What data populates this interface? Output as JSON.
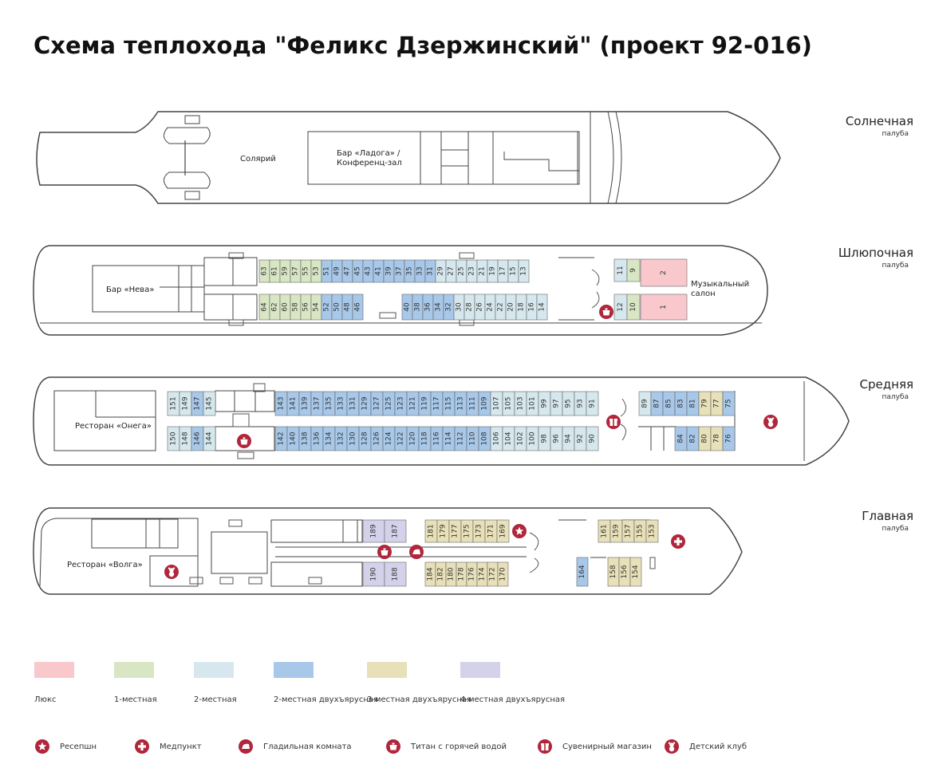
{
  "title": "Схема теплохода \"Феликс Дзержинский\" (проект 92-016)",
  "decks": [
    {
      "name": "Солнечная",
      "sub": "палуба"
    },
    {
      "name": "Шлюпочная",
      "sub": "палуба"
    },
    {
      "name": "Средняя",
      "sub": "палуба"
    },
    {
      "name": "Главная",
      "sub": "палуба"
    }
  ],
  "rooms": {
    "solarium": "Солярий",
    "bar_ladoga_1": "Бар «Ладога» /",
    "bar_ladoga_2": "Конференц-зал",
    "bar_neva": "Бар «Нева»",
    "music_1": "Музыкальный",
    "music_2": "салон",
    "rest_onega": "Ресторан «Онега»",
    "rest_volga": "Ресторан «Волга»"
  },
  "colors": {
    "lux": "#f8c8cc",
    "single": "#d8e6c4",
    "double": "#d6e8ee",
    "double_bunk": "#a8c8ea",
    "triple_bunk": "#e8e0b8",
    "quad_bunk": "#d4d2ea",
    "icon": "#b0263a",
    "line": "#444444",
    "stairs": "#666666"
  },
  "legend": [
    {
      "label": "Люкс",
      "color": "#f8c8cc"
    },
    {
      "label": "1-местная",
      "color": "#d8e6c4"
    },
    {
      "label": "2-местная",
      "color": "#d6e8ee"
    },
    {
      "label": "2-местная двухъярусная",
      "color": "#a8c8ea"
    },
    {
      "label": "3-местная двухъярусная",
      "color": "#e8e0b8"
    },
    {
      "label": "4-местная двухъярусная",
      "color": "#d4d2ea"
    }
  ],
  "icon_legend": [
    {
      "label": "Ресепшн",
      "icon": "star-icon"
    },
    {
      "label": "Медпункт",
      "icon": "cross-icon"
    },
    {
      "label": "Гладильная комната",
      "icon": "iron-icon"
    },
    {
      "label": "Титан с горячей водой",
      "icon": "kettle-icon"
    },
    {
      "label": "Сувенирный магазин",
      "icon": "gift-icon"
    },
    {
      "label": "Детский клуб",
      "icon": "teddy-icon"
    }
  ],
  "cabins": {
    "boat_top": [
      {
        "n": "63",
        "t": "single"
      },
      {
        "n": "61",
        "t": "single"
      },
      {
        "n": "59",
        "t": "single"
      },
      {
        "n": "57",
        "t": "single"
      },
      {
        "n": "55",
        "t": "single"
      },
      {
        "n": "53",
        "t": "single"
      },
      {
        "n": "51",
        "t": "double_bunk"
      },
      {
        "n": "49",
        "t": "double_bunk"
      },
      {
        "n": "47",
        "t": "double_bunk"
      },
      {
        "n": "45",
        "t": "double_bunk"
      },
      {
        "n": "43",
        "t": "double_bunk"
      },
      {
        "n": "41",
        "t": "double_bunk"
      },
      {
        "n": "39",
        "t": "double_bunk"
      },
      {
        "n": "37",
        "t": "double_bunk"
      },
      {
        "n": "35",
        "t": "double_bunk"
      },
      {
        "n": "33",
        "t": "double_bunk"
      },
      {
        "n": "31",
        "t": "double_bunk"
      },
      {
        "n": "29",
        "t": "double"
      },
      {
        "n": "27",
        "t": "double"
      },
      {
        "n": "25",
        "t": "double"
      },
      {
        "n": "23",
        "t": "double"
      },
      {
        "n": "21",
        "t": "double"
      },
      {
        "n": "19",
        "t": "double"
      },
      {
        "n": "17",
        "t": "double"
      },
      {
        "n": "15",
        "t": "double"
      },
      {
        "n": "13",
        "t": "double"
      }
    ],
    "boat_bottom_a": [
      {
        "n": "64",
        "t": "single"
      },
      {
        "n": "62",
        "t": "single"
      },
      {
        "n": "60",
        "t": "single"
      },
      {
        "n": "58",
        "t": "single"
      },
      {
        "n": "56",
        "t": "single"
      },
      {
        "n": "54",
        "t": "single"
      },
      {
        "n": "52",
        "t": "double_bunk"
      },
      {
        "n": "50",
        "t": "double_bunk"
      },
      {
        "n": "48",
        "t": "double_bunk"
      },
      {
        "n": "46",
        "t": "double_bunk"
      }
    ],
    "boat_bottom_b": [
      {
        "n": "40",
        "t": "double_bunk"
      },
      {
        "n": "38",
        "t": "double_bunk"
      },
      {
        "n": "36",
        "t": "double_bunk"
      },
      {
        "n": "34",
        "t": "double_bunk"
      },
      {
        "n": "32",
        "t": "double_bunk"
      },
      {
        "n": "30",
        "t": "double"
      },
      {
        "n": "28",
        "t": "double"
      },
      {
        "n": "26",
        "t": "double"
      },
      {
        "n": "24",
        "t": "double"
      },
      {
        "n": "22",
        "t": "double"
      },
      {
        "n": "20",
        "t": "double"
      },
      {
        "n": "18",
        "t": "double"
      },
      {
        "n": "16",
        "t": "double"
      },
      {
        "n": "14",
        "t": "double"
      }
    ],
    "boat_fwd_top": [
      {
        "n": "11",
        "t": "double"
      },
      {
        "n": "9",
        "t": "single"
      }
    ],
    "boat_fwd_bottom": [
      {
        "n": "12",
        "t": "double"
      },
      {
        "n": "10",
        "t": "single"
      }
    ],
    "boat_lux": [
      {
        "n": "2",
        "t": "lux"
      },
      {
        "n": "1",
        "t": "lux"
      }
    ],
    "mid_top_a": [
      {
        "n": "151",
        "t": "double"
      },
      {
        "n": "149",
        "t": "double"
      },
      {
        "n": "147",
        "t": "double_bunk"
      },
      {
        "n": "145",
        "t": "double"
      }
    ],
    "mid_top_b": [
      {
        "n": "143",
        "t": "double_bunk"
      },
      {
        "n": "141",
        "t": "double_bunk"
      },
      {
        "n": "139",
        "t": "double_bunk"
      },
      {
        "n": "137",
        "t": "double_bunk"
      },
      {
        "n": "135",
        "t": "double_bunk"
      },
      {
        "n": "133",
        "t": "double_bunk"
      },
      {
        "n": "131",
        "t": "double_bunk"
      },
      {
        "n": "129",
        "t": "double_bunk"
      },
      {
        "n": "127",
        "t": "double_bunk"
      },
      {
        "n": "125",
        "t": "double_bunk"
      },
      {
        "n": "123",
        "t": "double_bunk"
      },
      {
        "n": "121",
        "t": "double_bunk"
      },
      {
        "n": "119",
        "t": "double_bunk"
      },
      {
        "n": "117",
        "t": "double_bunk"
      },
      {
        "n": "115",
        "t": "double_bunk"
      },
      {
        "n": "113",
        "t": "double_bunk"
      },
      {
        "n": "111",
        "t": "double_bunk"
      },
      {
        "n": "109",
        "t": "double_bunk"
      },
      {
        "n": "107",
        "t": "double"
      },
      {
        "n": "105",
        "t": "double"
      },
      {
        "n": "103",
        "t": "double"
      },
      {
        "n": "101",
        "t": "double"
      },
      {
        "n": "99",
        "t": "double"
      },
      {
        "n": "97",
        "t": "double"
      },
      {
        "n": "95",
        "t": "double"
      },
      {
        "n": "93",
        "t": "double"
      },
      {
        "n": "91",
        "t": "double"
      }
    ],
    "mid_bottom_a": [
      {
        "n": "150",
        "t": "double"
      },
      {
        "n": "148",
        "t": "double"
      },
      {
        "n": "146",
        "t": "double_bunk"
      },
      {
        "n": "144",
        "t": "double"
      }
    ],
    "mid_bottom_b": [
      {
        "n": "142",
        "t": "double_bunk"
      },
      {
        "n": "140",
        "t": "double_bunk"
      },
      {
        "n": "138",
        "t": "double_bunk"
      },
      {
        "n": "136",
        "t": "double_bunk"
      },
      {
        "n": "134",
        "t": "double_bunk"
      },
      {
        "n": "132",
        "t": "double_bunk"
      },
      {
        "n": "130",
        "t": "double_bunk"
      },
      {
        "n": "128",
        "t": "double_bunk"
      },
      {
        "n": "126",
        "t": "double_bunk"
      },
      {
        "n": "124",
        "t": "double_bunk"
      },
      {
        "n": "122",
        "t": "double_bunk"
      },
      {
        "n": "120",
        "t": "double_bunk"
      },
      {
        "n": "118",
        "t": "double_bunk"
      },
      {
        "n": "116",
        "t": "double_bunk"
      },
      {
        "n": "114",
        "t": "double_bunk"
      },
      {
        "n": "112",
        "t": "double_bunk"
      },
      {
        "n": "110",
        "t": "double_bunk"
      },
      {
        "n": "108",
        "t": "double_bunk"
      },
      {
        "n": "106",
        "t": "double"
      },
      {
        "n": "104",
        "t": "double"
      },
      {
        "n": "102",
        "t": "double"
      },
      {
        "n": "100",
        "t": "double"
      },
      {
        "n": "98",
        "t": "double"
      },
      {
        "n": "96",
        "t": "double"
      },
      {
        "n": "94",
        "t": "double"
      },
      {
        "n": "92",
        "t": "double"
      },
      {
        "n": "90",
        "t": "double"
      }
    ],
    "mid_fwd_top": [
      {
        "n": "89",
        "t": "double"
      },
      {
        "n": "87",
        "t": "double_bunk"
      },
      {
        "n": "85",
        "t": "double_bunk"
      },
      {
        "n": "83",
        "t": "double_bunk"
      },
      {
        "n": "81",
        "t": "double_bunk"
      },
      {
        "n": "79",
        "t": "triple_bunk"
      },
      {
        "n": "77",
        "t": "triple_bunk"
      },
      {
        "n": "75",
        "t": "double_bunk"
      }
    ],
    "mid_fwd_bottom": [
      {
        "n": "84",
        "t": "double_bunk"
      },
      {
        "n": "82",
        "t": "double_bunk"
      },
      {
        "n": "80",
        "t": "triple_bunk"
      },
      {
        "n": "78",
        "t": "triple_bunk"
      },
      {
        "n": "76",
        "t": "double_bunk"
      }
    ],
    "main_top_a": [
      {
        "n": "189",
        "t": "quad_bunk"
      },
      {
        "n": "187",
        "t": "quad_bunk"
      }
    ],
    "main_top_b": [
      {
        "n": "181",
        "t": "triple_bunk"
      },
      {
        "n": "179",
        "t": "triple_bunk"
      },
      {
        "n": "177",
        "t": "triple_bunk"
      },
      {
        "n": "175",
        "t": "triple_bunk"
      },
      {
        "n": "173",
        "t": "triple_bunk"
      },
      {
        "n": "171",
        "t": "triple_bunk"
      },
      {
        "n": "169",
        "t": "triple_bunk"
      }
    ],
    "main_bottom_a": [
      {
        "n": "190",
        "t": "quad_bunk"
      },
      {
        "n": "188",
        "t": "quad_bunk"
      }
    ],
    "main_bottom_b": [
      {
        "n": "184",
        "t": "triple_bunk"
      },
      {
        "n": "182",
        "t": "triple_bunk"
      },
      {
        "n": "180",
        "t": "triple_bunk"
      },
      {
        "n": "178",
        "t": "triple_bunk"
      },
      {
        "n": "176",
        "t": "triple_bunk"
      },
      {
        "n": "174",
        "t": "triple_bunk"
      },
      {
        "n": "172",
        "t": "triple_bunk"
      },
      {
        "n": "170",
        "t": "triple_bunk"
      }
    ],
    "main_fwd_top": [
      {
        "n": "161",
        "t": "triple_bunk"
      },
      {
        "n": "159",
        "t": "triple_bunk"
      },
      {
        "n": "157",
        "t": "triple_bunk"
      },
      {
        "n": "155",
        "t": "triple_bunk"
      },
      {
        "n": "153",
        "t": "triple_bunk"
      }
    ],
    "main_fwd_single": [
      {
        "n": "164",
        "t": "double_bunk"
      }
    ],
    "main_fwd_bottom": [
      {
        "n": "158",
        "t": "triple_bunk"
      },
      {
        "n": "156",
        "t": "triple_bunk"
      },
      {
        "n": "154",
        "t": "triple_bunk"
      }
    ]
  }
}
